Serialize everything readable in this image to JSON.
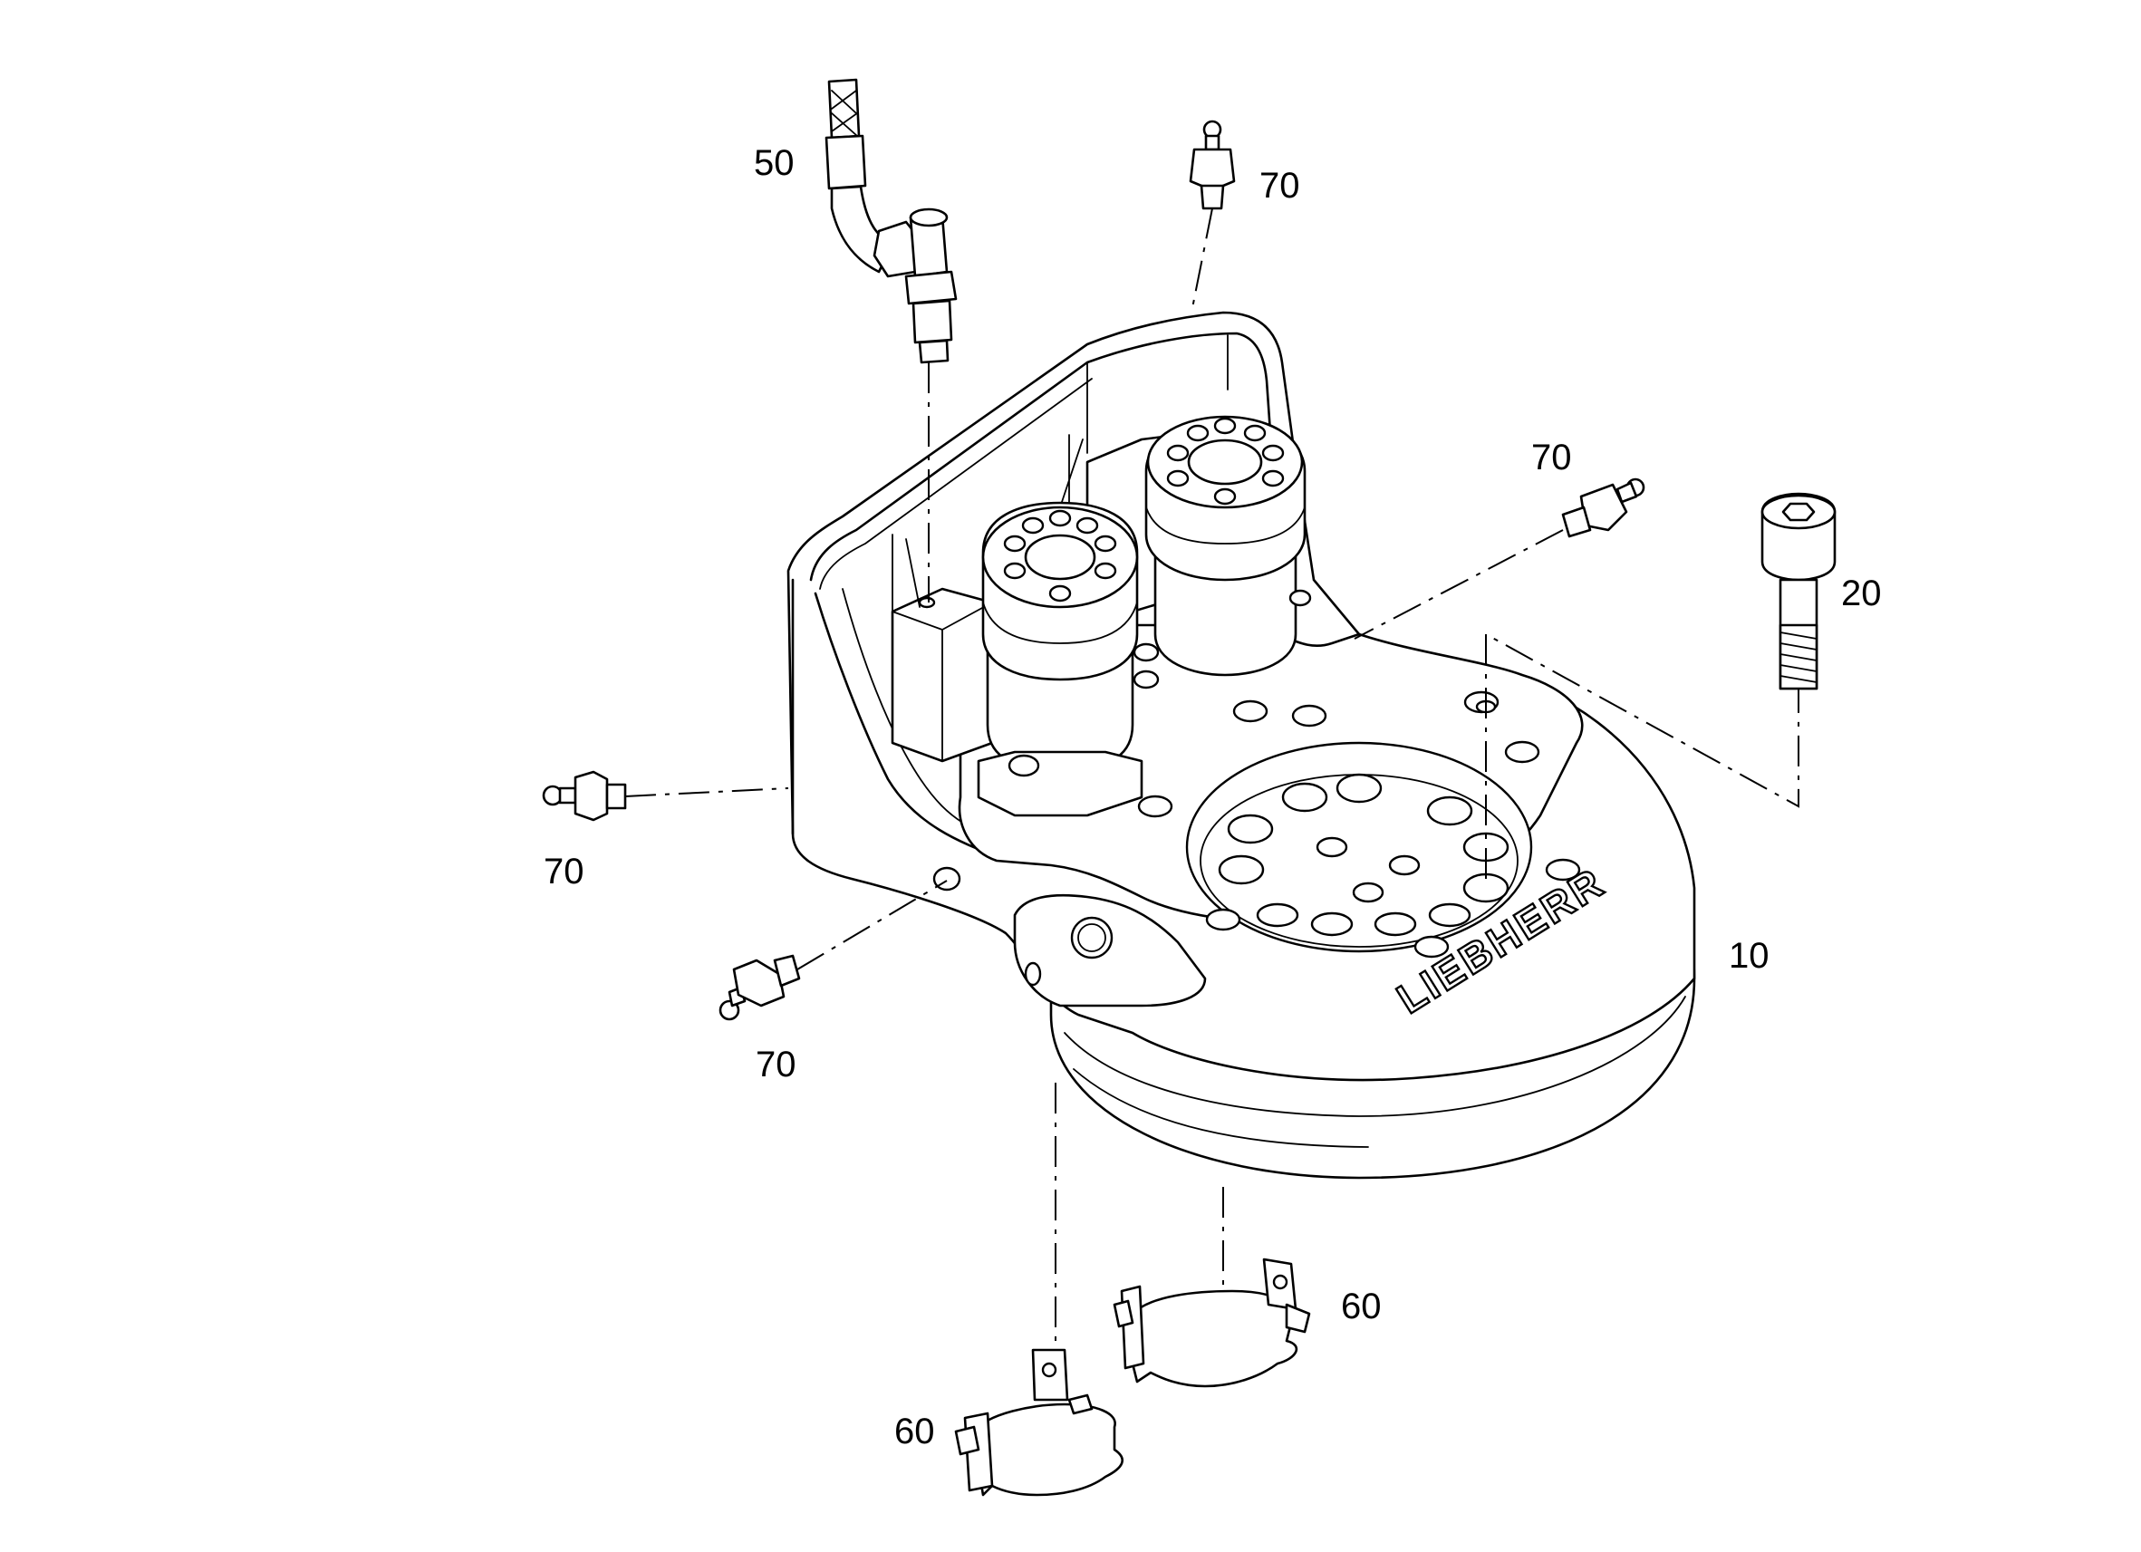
{
  "callouts": {
    "c10": "10",
    "c20": "20",
    "c50": "50",
    "c60a": "60",
    "c60b": "60",
    "c70a": "70",
    "c70b": "70",
    "c70c": "70",
    "c70d": "70"
  },
  "brand_text": "LIEBHERR"
}
